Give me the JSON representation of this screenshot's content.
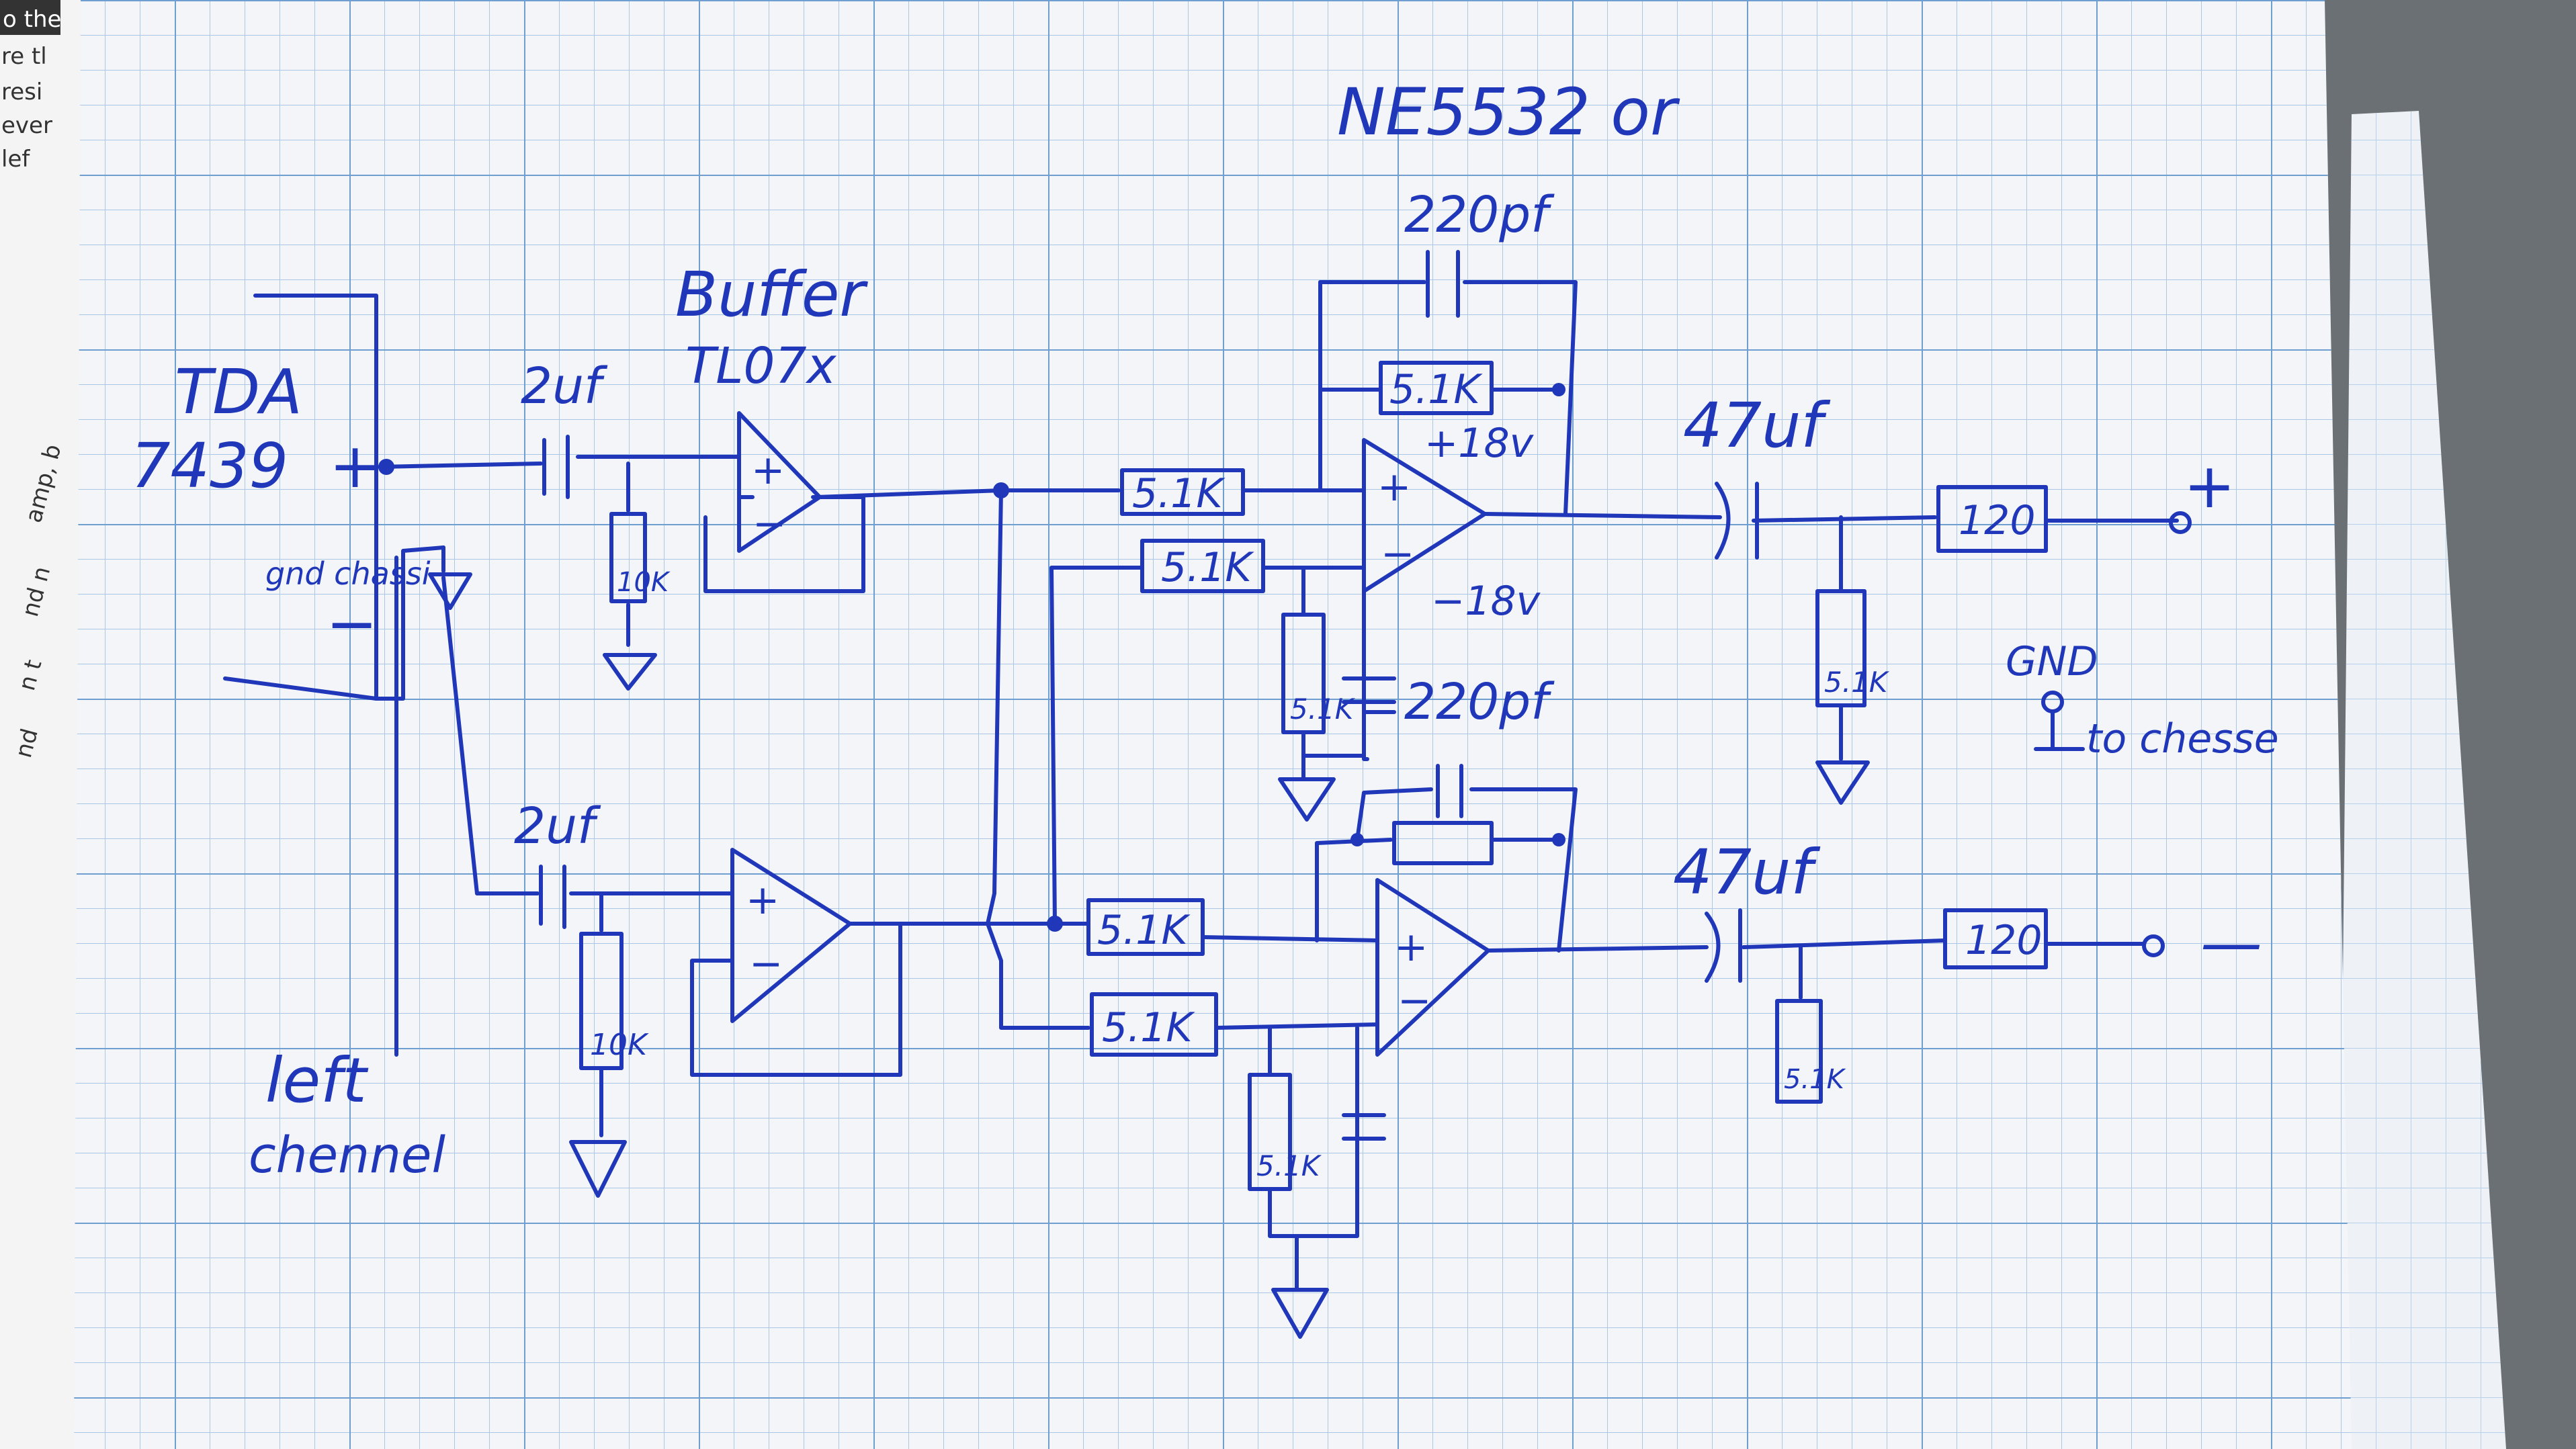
{
  "side_page": {
    "lines": [
      "o the",
      "re tl",
      "resi",
      "ever",
      "lef"
    ],
    "rotated": [
      "amp, b",
      "nd n",
      "n t",
      "nd"
    ]
  },
  "labels": {
    "ic_main": "NE5532 or",
    "buffer_title": "Buffer",
    "buffer_part": "TL07x",
    "source_line1": "TDA",
    "source_line2": "7439",
    "plus_in": "+",
    "minus_in": "−",
    "gnd_chassis_in": "gnd chassi",
    "left_line1": "left",
    "left_line2": "chennel",
    "gnd_label": "GND",
    "to_chassis": "to chesse",
    "supply_pos": "+18v",
    "supply_neg": "−18v",
    "out_plus": "+",
    "out_minus": "—"
  },
  "components": {
    "c_in_top": "2uf",
    "c_in_bot": "2uf",
    "r_in_top": "10K",
    "r_in_bot": "10K",
    "c_fb_top": "220pf",
    "c_gnd_top": "220pf",
    "r_top_a": "5.1K",
    "r_top_b": "5.1K",
    "r_top_fb": "5.1K",
    "r_top_gnd": "5.1K",
    "r_bot_a": "5.1K",
    "r_bot_b": "5.1K",
    "r_bot_gnd": "5.1K",
    "c_out_top": "47uf",
    "c_out_bot": "47uf",
    "r_out_top_gnd": "5.1K",
    "r_out_bot_gnd": "5.1K",
    "r_series_top": "120",
    "r_series_bot": "120"
  },
  "opamp_signs": {
    "plus": "+",
    "minus": "−"
  },
  "colors": {
    "ink": "#1f37b8",
    "paper": "#f3f5f8",
    "grid_minor": "#aac8e6",
    "grid_major": "#6f9fd0"
  }
}
